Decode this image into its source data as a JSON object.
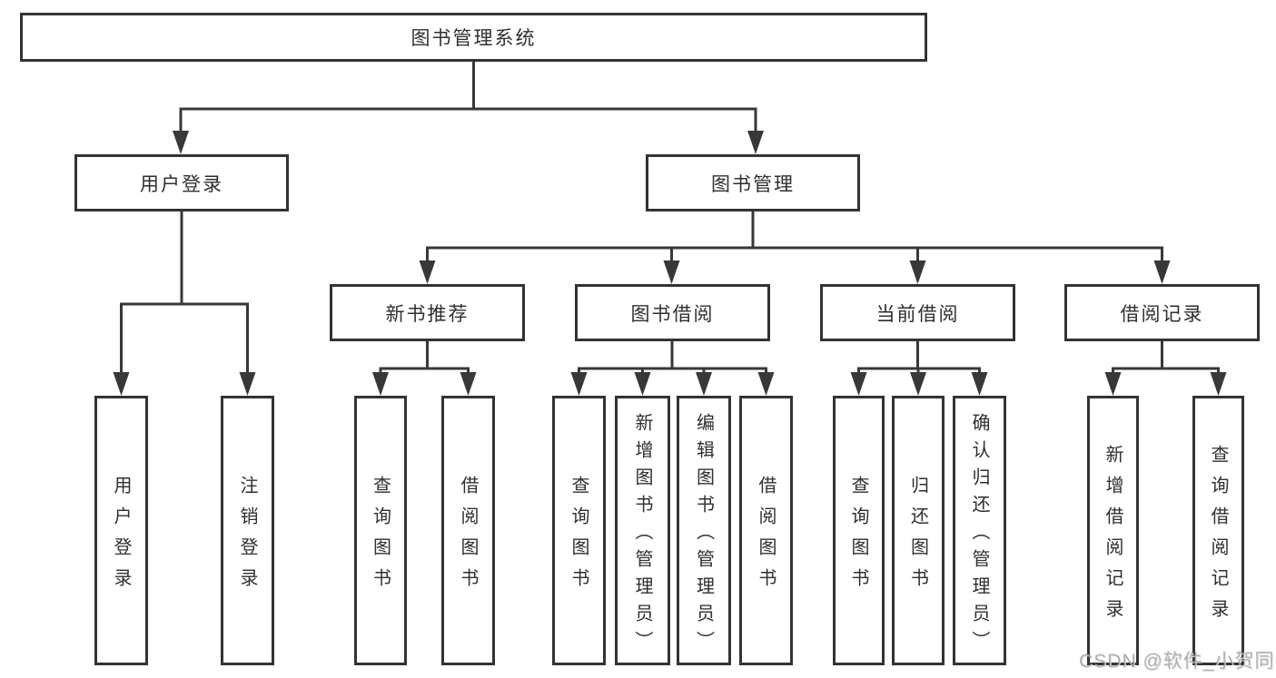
{
  "labels": {
    "root": "图书管理系统",
    "user-login": "用户登录",
    "book-mgmt": "图书管理",
    "new-book-rec": "新书推荐",
    "book-borrow": "图书借阅",
    "current-borrow": "当前借阅",
    "borrow-records": "借阅记录",
    "ul-login": "用户登录",
    "ul-logout": "注销登录",
    "nb-query": "查询图书",
    "nb-borrow": "借阅图书",
    "bb-query": "查询图书",
    "bb-add": "新增图书（管理员）",
    "bb-edit": "编辑图书（管理员）",
    "bb-borrow": "借阅图书",
    "cb-query": "查询图书",
    "cb-return": "归还图书",
    "cb-confirm": "确认归还（管理员）",
    "br-add": "新增借阅记录",
    "br-query": "查询借阅记录"
  },
  "hierarchy": {
    "图书管理系统": {
      "用户登录": [
        "用户登录",
        "注销登录"
      ],
      "图书管理": {
        "新书推荐": [
          "查询图书",
          "借阅图书"
        ],
        "图书借阅": [
          "查询图书",
          "新增图书（管理员）",
          "编辑图书（管理员）",
          "借阅图书"
        ],
        "当前借阅": [
          "查询图书",
          "归还图书",
          "确认归还（管理员）"
        ],
        "借阅记录": [
          "新增借阅记录",
          "查询借阅记录"
        ]
      }
    }
  },
  "watermark": "CSDN @软件_小贺同学",
  "colors": {
    "line": "#383838",
    "border": "#333333",
    "text": "#2f2f2f",
    "watermark_gray": "#808080",
    "background": "#ffffff"
  }
}
